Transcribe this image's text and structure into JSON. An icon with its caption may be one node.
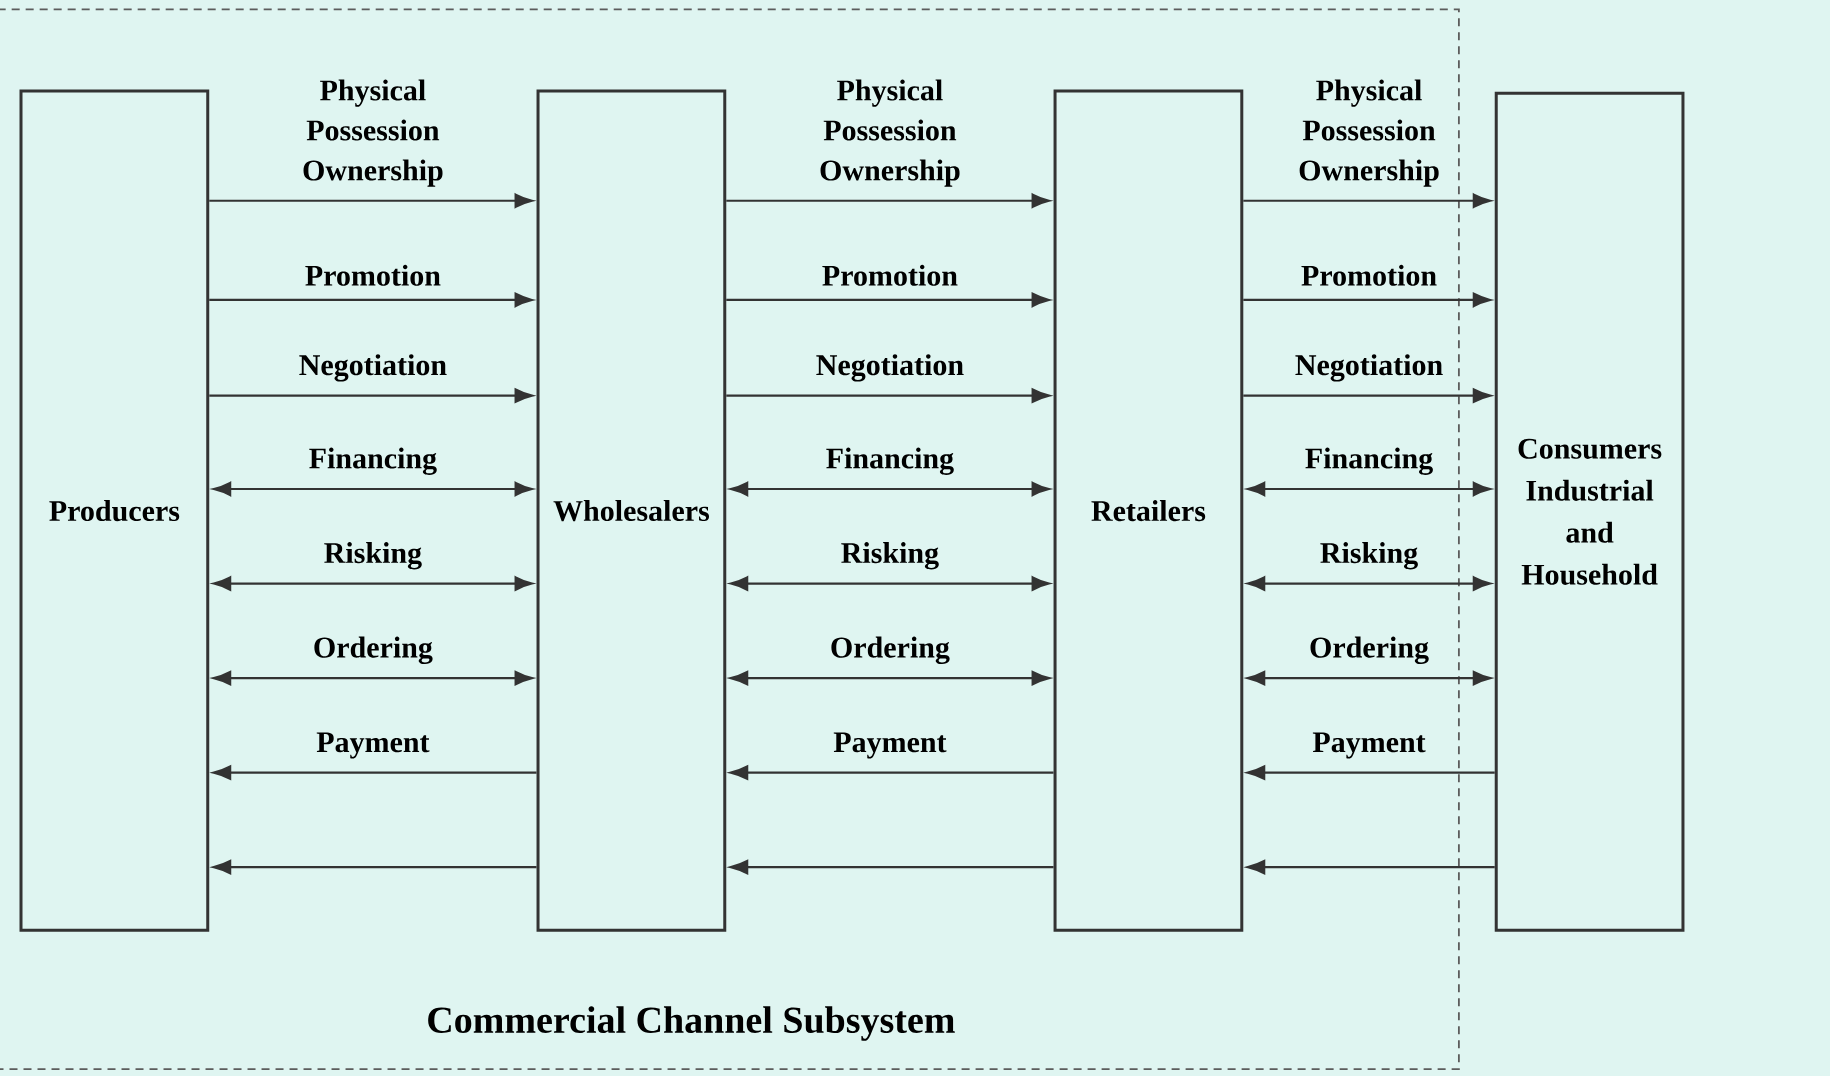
{
  "diagram": {
    "nodes": [
      {
        "text": [
          "Commercial Channel Subsystem"
        ]
      },
      {
        "text": [
          "Producers"
        ],
        "in": 0
      },
      {
        "text": [
          "Wholesalers"
        ],
        "in": 0
      },
      {
        "text": [
          "Retailers"
        ],
        "in": 0
      },
      {
        "text": [
          "Consumers Industrial and Household"
        ]
      }
    ],
    "edges": [
      {
        "from": 1,
        "to": 2,
        "arrow": "to",
        "label": "Physical Possession Ownership"
      },
      {
        "from": 1,
        "to": 2,
        "arrow": "to",
        "label": "Promotion"
      },
      {
        "from": 1,
        "to": 2,
        "arrow": "to",
        "label": "Negotiation"
      },
      {
        "from": 1,
        "to": 2,
        "arrow": "both",
        "label": "Financing"
      },
      {
        "from": 1,
        "to": 2,
        "arrow": "both",
        "label": "Risking"
      },
      {
        "from": 1,
        "to": 2,
        "arrow": "both",
        "label": "Ordering"
      },
      {
        "from": 2,
        "to": 1,
        "arrow": "to",
        "label": "Payment"
      },
      {
        "from": 2,
        "to": 1,
        "arrow": "to"
      },
      {
        "from": 2,
        "to": 3,
        "arrow": "to",
        "label": "Physical Possession Ownership"
      },
      {
        "from": 2,
        "to": 3,
        "arrow": "to",
        "label": "Promotion"
      },
      {
        "from": 2,
        "to": 3,
        "arrow": "to",
        "label": "Negotiation"
      },
      {
        "from": 2,
        "to": 3,
        "arrow": "both",
        "label": "Financing"
      },
      {
        "from": 2,
        "to": 3,
        "arrow": "both",
        "label": "Risking"
      },
      {
        "from": 2,
        "to": 3,
        "arrow": "both",
        "label": "Ordering"
      },
      {
        "from": 3,
        "to": 2,
        "arrow": "to",
        "label": "Payment"
      },
      {
        "from": 3,
        "to": 2,
        "arrow": "to"
      },
      {
        "from": 3,
        "to": 4,
        "arrow": "to",
        "label": "Physical Possession Ownership"
      },
      {
        "from": 3,
        "to": 4,
        "arrow": "to",
        "label": "Promotion"
      },
      {
        "from": 3,
        "to": 4,
        "arrow": "to",
        "label": "Negotiation"
      },
      {
        "from": 3,
        "to": 4,
        "arrow": "both",
        "label": "Financing"
      },
      {
        "from": 3,
        "to": 4,
        "arrow": "both",
        "label": "Risking"
      },
      {
        "from": 3,
        "to": 4,
        "arrow": "both",
        "label": "Ordering"
      },
      {
        "from": 4,
        "to": 3,
        "arrow": "to",
        "label": "Payment"
      },
      {
        "from": 4,
        "to": 3,
        "arrow": "to"
      }
    ]
  }
}
